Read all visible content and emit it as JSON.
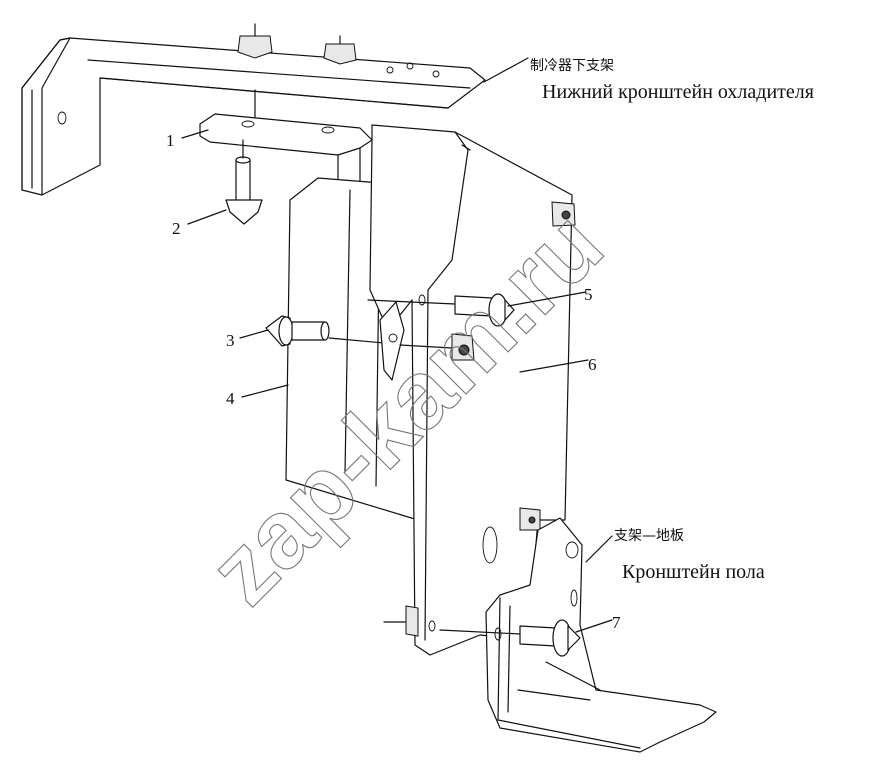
{
  "callouts": {
    "n1": "1",
    "n2": "2",
    "n3": "3",
    "n4": "4",
    "n5": "5",
    "n6": "6",
    "n7": "7"
  },
  "labels": {
    "cooler_bracket_cn": "制冷器下支架",
    "cooler_bracket_ru": "Нижний кронштейн охладителя",
    "floor_bracket_cn": "支架—地板",
    "floor_bracket_ru": "Кронштейн пола"
  },
  "watermark": "zap-kam.ru"
}
